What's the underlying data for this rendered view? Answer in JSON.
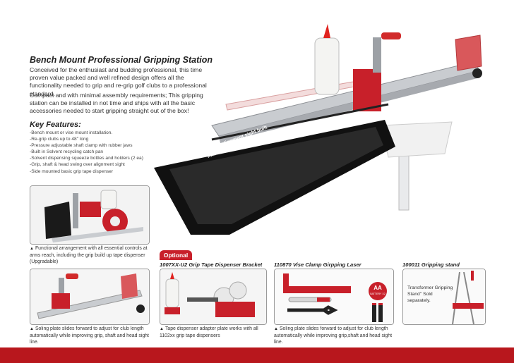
{
  "title": "Bench Mount Professional Gripping Station",
  "intro_1": "Conceived for the enthusiast and budding professional, this time proven value packed and well refined design offers all the functionality needed to grip and re-grip golf clubs to a professional standard.",
  "intro_2": "Compact and with minimal assembly requirements; This gripping station can be installed in not time and ships with all the basic accessories needed to start gripping straight out of the box!",
  "key_features_title": "Key Features:",
  "key_features": [
    "-Bench mount or vise mount installation.",
    "-Re-grip clubs up to 48\" long",
    "-Pressure adjustable shaft clamp with rubber jaws",
    "-Built in Solvent recycling catch pan",
    "-Solvent dispensing squeeze bottles and holders (2 ea)",
    "-Grip, shaft & head swing over alignment sight",
    "-Side mounted basic grip tape dispenser"
  ],
  "tray_annotation": "Swing over Grip alignment sight built into the vise clamp",
  "panel1_caption": "Functional arrangement with all essential controls at arms reach, including the grip build up tape dispenser (Upgradable)",
  "optional_badge": "Optional",
  "col2_header": "1007XX-U2 Grip Tape Dispenser Bracket",
  "col3_header": "110870 Vise Clamp Girpping Laser",
  "col4_header": "100011 Gripping stand",
  "panel2_caption": "Soling plate slides forward to adjust for club length automatically while improving grip, shaft and head sight line.",
  "panel3_caption": "Tape dispenser adapter plate works with all 1102xx grip tape dispensers",
  "panel4_caption": "Soling plate slides forward to adjust for club length automatically while improving grip,shaft and head sight line.",
  "battery_label": "AA",
  "battery_sub": "BATTERY X2",
  "stand_note": "Transformer Gripping Stand\" Sold separately.",
  "colors": {
    "accent_red": "#c8202a",
    "footer_red": "#b8171d",
    "tray_black": "#111111",
    "rail_silver": "#c9ccd0"
  }
}
